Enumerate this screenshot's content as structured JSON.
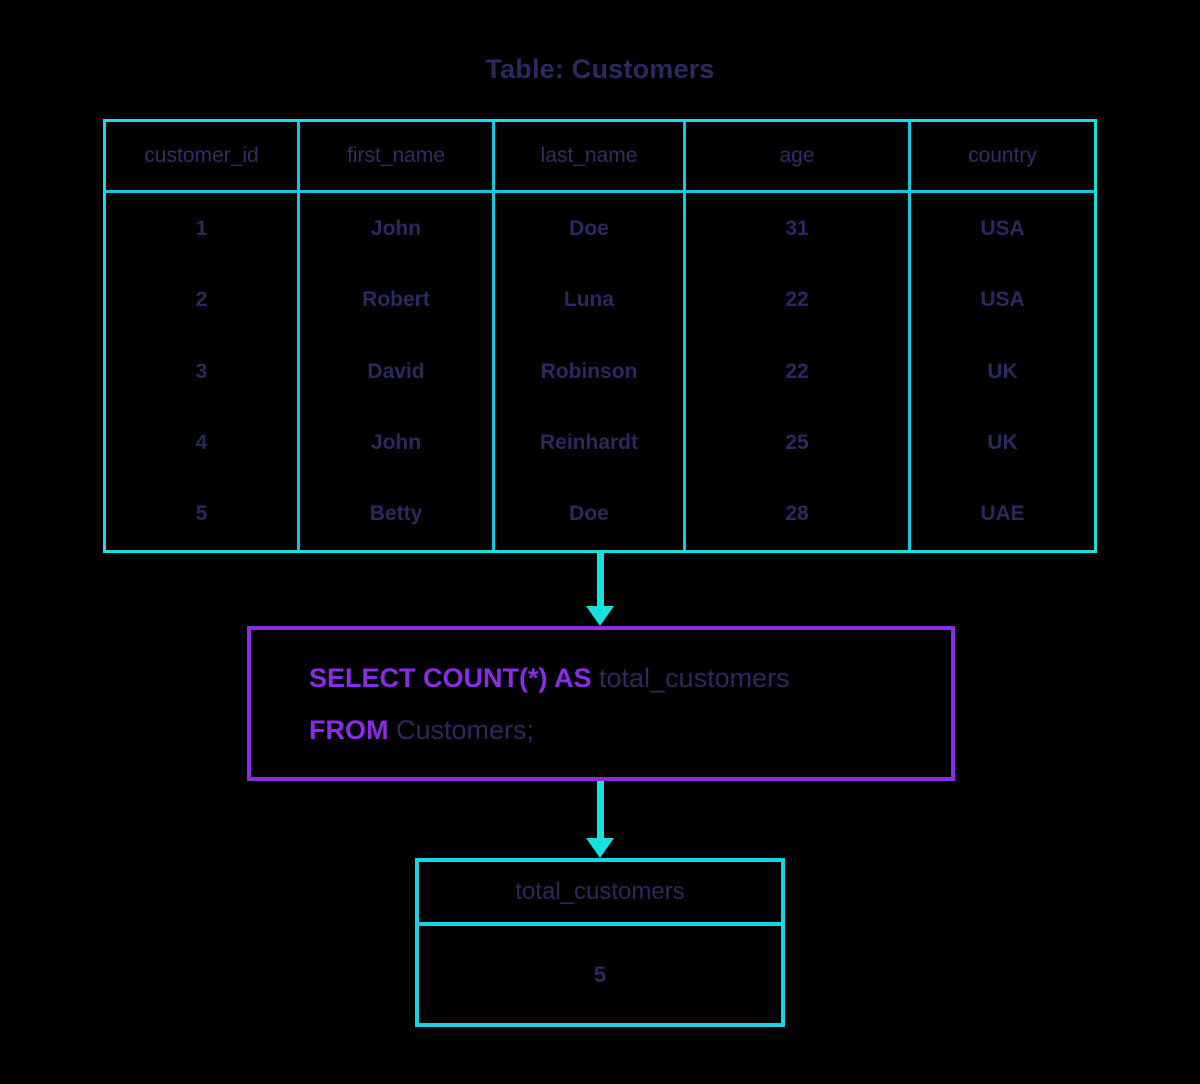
{
  "colors": {
    "background": "#000000",
    "table_border_cyan": "#16e0e0",
    "table_divider_cyan": "#0ec8e8",
    "text_navy": "#2a2a5e",
    "keyword_purple": "#8b2be8",
    "arrow_cyan": "#16e0e0"
  },
  "title": "Table: Customers",
  "source_table": {
    "columns": [
      "customer_id",
      "first_name",
      "last_name",
      "age",
      "country"
    ],
    "rows": [
      [
        "1",
        "John",
        "Doe",
        "31",
        "USA"
      ],
      [
        "2",
        "Robert",
        "Luna",
        "22",
        "USA"
      ],
      [
        "3",
        "David",
        "Robinson",
        "22",
        "UK"
      ],
      [
        "4",
        "John",
        "Reinhardt",
        "25",
        "UK"
      ],
      [
        "5",
        "Betty",
        "Doe",
        "28",
        "UAE"
      ]
    ]
  },
  "query": {
    "line1": {
      "keyword": "SELECT COUNT(*) AS",
      "identifier": " total_customers"
    },
    "line2": {
      "keyword": "FROM",
      "identifier": " Customers;"
    },
    "full_text": "SELECT COUNT(*) AS total_customers FROM Customers;"
  },
  "result_table": {
    "column": "total_customers",
    "value": "5"
  },
  "arrows": [
    {
      "name": "table-to-query",
      "direction": "down"
    },
    {
      "name": "query-to-result",
      "direction": "down"
    }
  ]
}
